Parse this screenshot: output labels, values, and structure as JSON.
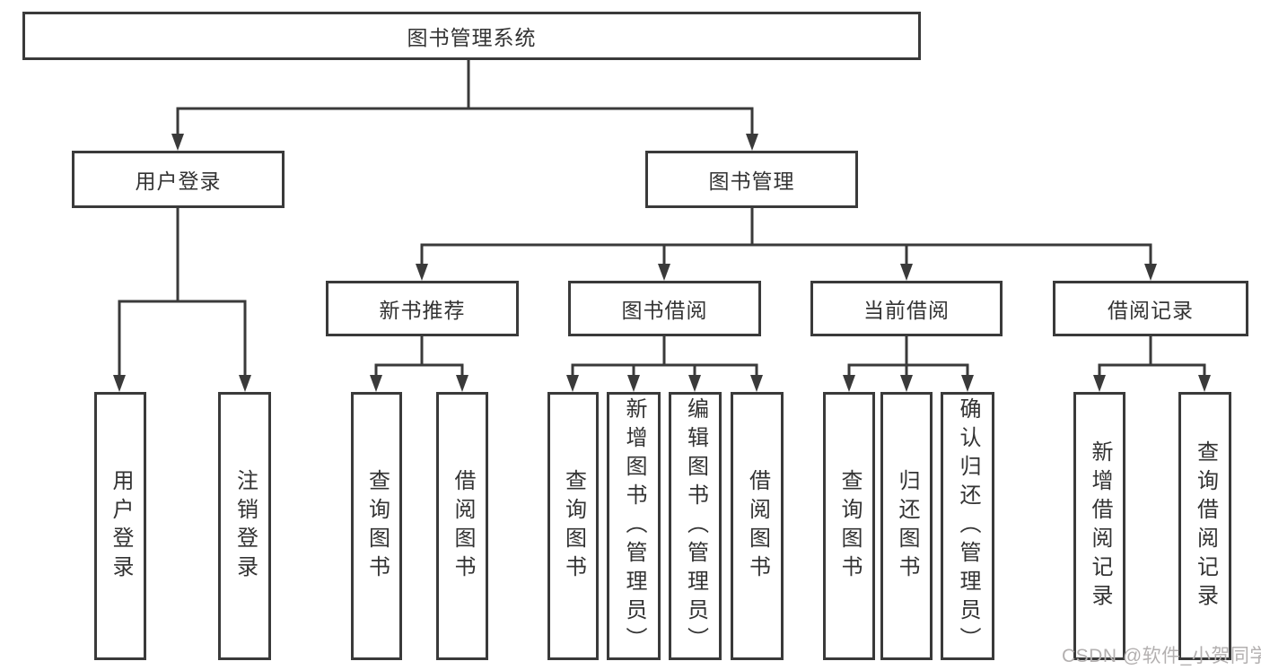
{
  "tree": {
    "root": {
      "label": "图书管理系统"
    },
    "branches": [
      {
        "label": "用户登录",
        "children": [
          {
            "label": "用户登录"
          },
          {
            "label": "注销登录"
          }
        ]
      },
      {
        "label": "图书管理",
        "children": [
          {
            "label": "新书推荐",
            "children": [
              {
                "label": "查询图书"
              },
              {
                "label": "借阅图书"
              }
            ]
          },
          {
            "label": "图书借阅",
            "children": [
              {
                "label": "查询图书"
              },
              {
                "label": "新增图书（管理员）"
              },
              {
                "label": "编辑图书（管理员）"
              },
              {
                "label": "借阅图书"
              }
            ]
          },
          {
            "label": "当前借阅",
            "children": [
              {
                "label": "查询图书"
              },
              {
                "label": "归还图书"
              },
              {
                "label": "确认归还（管理员）"
              }
            ]
          },
          {
            "label": "借阅记录",
            "children": [
              {
                "label": "新增借阅记录"
              },
              {
                "label": "查询借阅记录"
              }
            ]
          }
        ]
      }
    ]
  },
  "watermark": "CSDN @软件_小贺同学",
  "colors": {
    "line": "#3a3a3a",
    "text": "#333333",
    "watermark": "#b3b0b0",
    "background": "#ffffff"
  }
}
